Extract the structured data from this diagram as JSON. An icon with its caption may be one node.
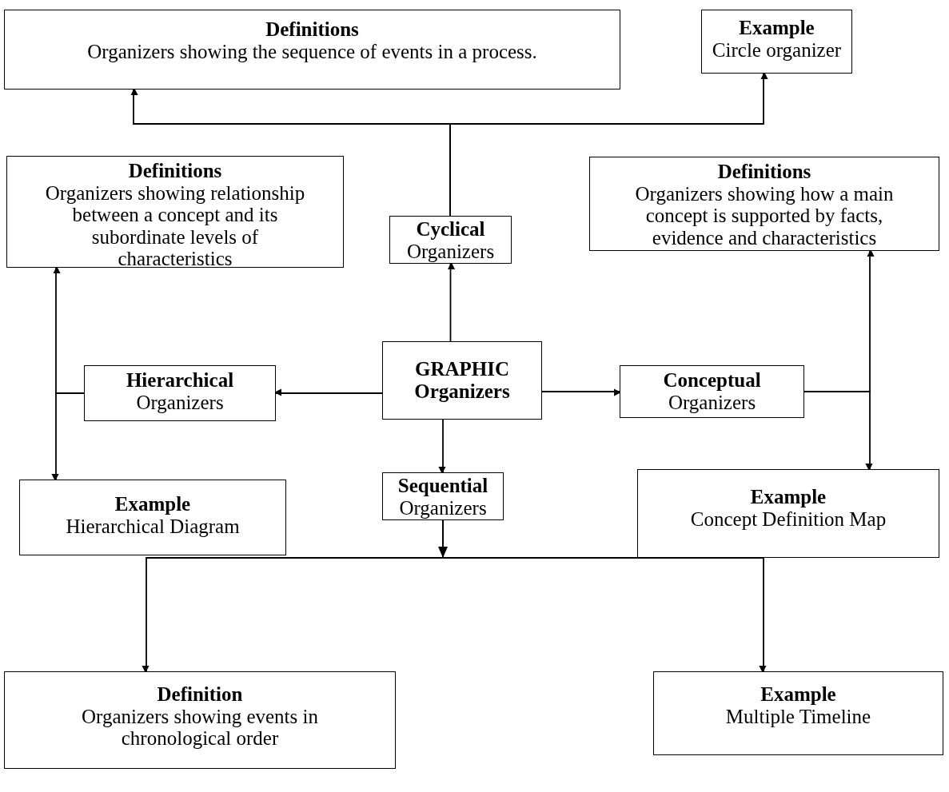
{
  "diagram": {
    "nodes": [
      {
        "text": [
          "Definitions",
          "Organizers showing the sequence of events in a process."
        ]
      },
      {
        "text": [
          "Example",
          "Circle organizer"
        ]
      },
      {
        "text": [
          "Definitions",
          "Organizers showing relationship between a concept and its subordinate levels of characteristics"
        ]
      },
      {
        "text": [
          "Cyclical",
          "Organizers"
        ]
      },
      {
        "text": [
          "Definitions",
          "Organizers showing how a main concept is supported by facts, evidence and characteristics"
        ]
      },
      {
        "text": [
          "Hierarchical",
          "Organizers"
        ]
      },
      {
        "text": [
          "GRAPHIC Organizers"
        ]
      },
      {
        "text": [
          "Conceptual",
          "Organizers"
        ]
      },
      {
        "text": [
          "Example",
          "Hierarchical Diagram"
        ]
      },
      {
        "text": [
          "Sequential",
          "Organizers"
        ]
      },
      {
        "text": [
          "Example",
          "Concept Definition Map"
        ]
      },
      {
        "text": [
          "Definition",
          "Organizers showing events in chronological order"
        ]
      },
      {
        "text": [
          "Example",
          "Multiple Timeline"
        ]
      }
    ],
    "edges": [
      {
        "from": 6,
        "to": 3,
        "arrow": "to"
      },
      {
        "from": 3,
        "to": 0,
        "arrow": "to"
      },
      {
        "from": 3,
        "to": 1,
        "arrow": "to"
      },
      {
        "from": 6,
        "to": 5,
        "arrow": "to"
      },
      {
        "from": 6,
        "to": 7,
        "arrow": "to"
      },
      {
        "from": 6,
        "to": 9,
        "arrow": "to"
      },
      {
        "from": 5,
        "to": 2,
        "arrow": "to"
      },
      {
        "from": 5,
        "to": 8,
        "arrow": "to"
      },
      {
        "from": 7,
        "to": 4,
        "arrow": "to"
      },
      {
        "from": 7,
        "to": 10,
        "arrow": "to"
      },
      {
        "from": 9,
        "to": 11,
        "arrow": "to"
      },
      {
        "from": 9,
        "to": 12,
        "arrow": "to"
      }
    ]
  }
}
